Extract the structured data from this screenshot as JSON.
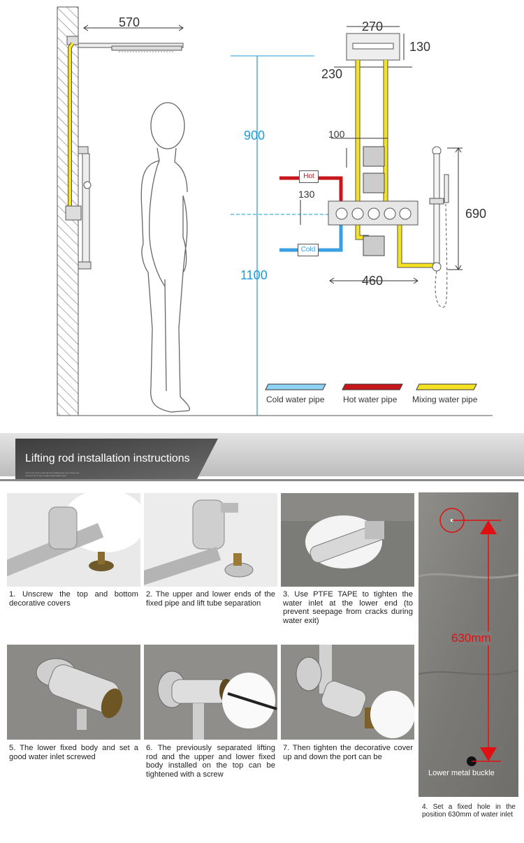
{
  "diagram": {
    "dims": {
      "head_arm_length": "570",
      "top_box_width": "270",
      "top_box_height": "130",
      "top_pipe_spacing": "230",
      "height_upper": "900",
      "height_lower": "1100",
      "body_jet_spacing": "100",
      "valve_height": "130",
      "slide_bar_length": "690",
      "valve_width": "460"
    },
    "pipe_tags": {
      "hot": "Hot",
      "cold": "Cold"
    },
    "legend": [
      {
        "label": "Cold water pipe",
        "color": "#8fd3f4"
      },
      {
        "label": "Hot water pipe",
        "color": "#c8161d"
      },
      {
        "label": "Mixing water pipe",
        "color": "#f5e323"
      }
    ]
  },
  "banner": {
    "title": "Lifting rod installation instructions",
    "subtitle_lines": [
      "Lorem tiny print under banner heading line one of fine text",
      "second line of very small printed caption text"
    ]
  },
  "steps": [
    {
      "text": "1. Unscrew the top and bottom decorative covers"
    },
    {
      "text": "2. The upper and lower ends of the fixed pipe and lift tube separation"
    },
    {
      "text": "3. Use PTFE TAPE to tighten the water inlet at the lower end (to prevent seepage from cracks during water exit)"
    },
    {
      "text": "5. The lower fixed body and set a good water inlet screwed"
    },
    {
      "text": "6. The previously separated lifting rod and the upper and lower fixed body installed on the top can be tightened with a screw"
    },
    {
      "text": "7. Then tighten the decorative cover up and down the port can be"
    }
  ],
  "measure_panel": {
    "distance": "630mm",
    "buckle_label": "Lower metal buckle",
    "caption": "4. Set a fixed hole in the position 630mm of water inlet"
  },
  "colors": {
    "accent_blue": "#1c9cd8",
    "hot_red": "#c8161d",
    "mix_yellow": "#f5e323",
    "measure_red": "#e01010"
  }
}
